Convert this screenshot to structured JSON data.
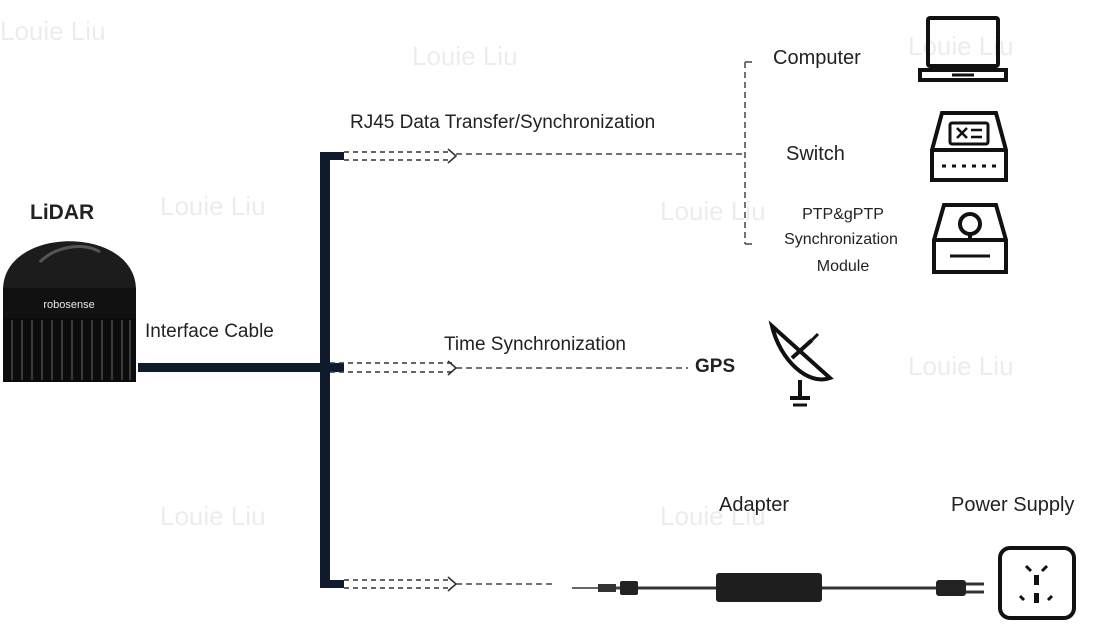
{
  "watermark": "Louie Liu",
  "lidar": {
    "title": "LiDAR",
    "brand": "robosense"
  },
  "labels": {
    "interface_cable": "Interface Cable",
    "rj45": "RJ45 Data Transfer/Synchronization",
    "time_sync": "Time Synchronization",
    "gps": "GPS",
    "adapter": "Adapter",
    "power_supply": "Power Supply",
    "computer": "Computer",
    "switch": "Switch",
    "ptp_line1": "PTP&gPTP",
    "ptp_line2": "Synchronization",
    "ptp_line3": "Module"
  },
  "icons": {
    "computer": "laptop-icon",
    "switch": "network-switch-icon",
    "ptp": "sync-module-icon",
    "gps": "satellite-dish-icon",
    "adapter": "power-adapter-icon",
    "power": "power-outlet-icon"
  },
  "colors": {
    "line": "#0f1b2d",
    "device": "#111111"
  }
}
